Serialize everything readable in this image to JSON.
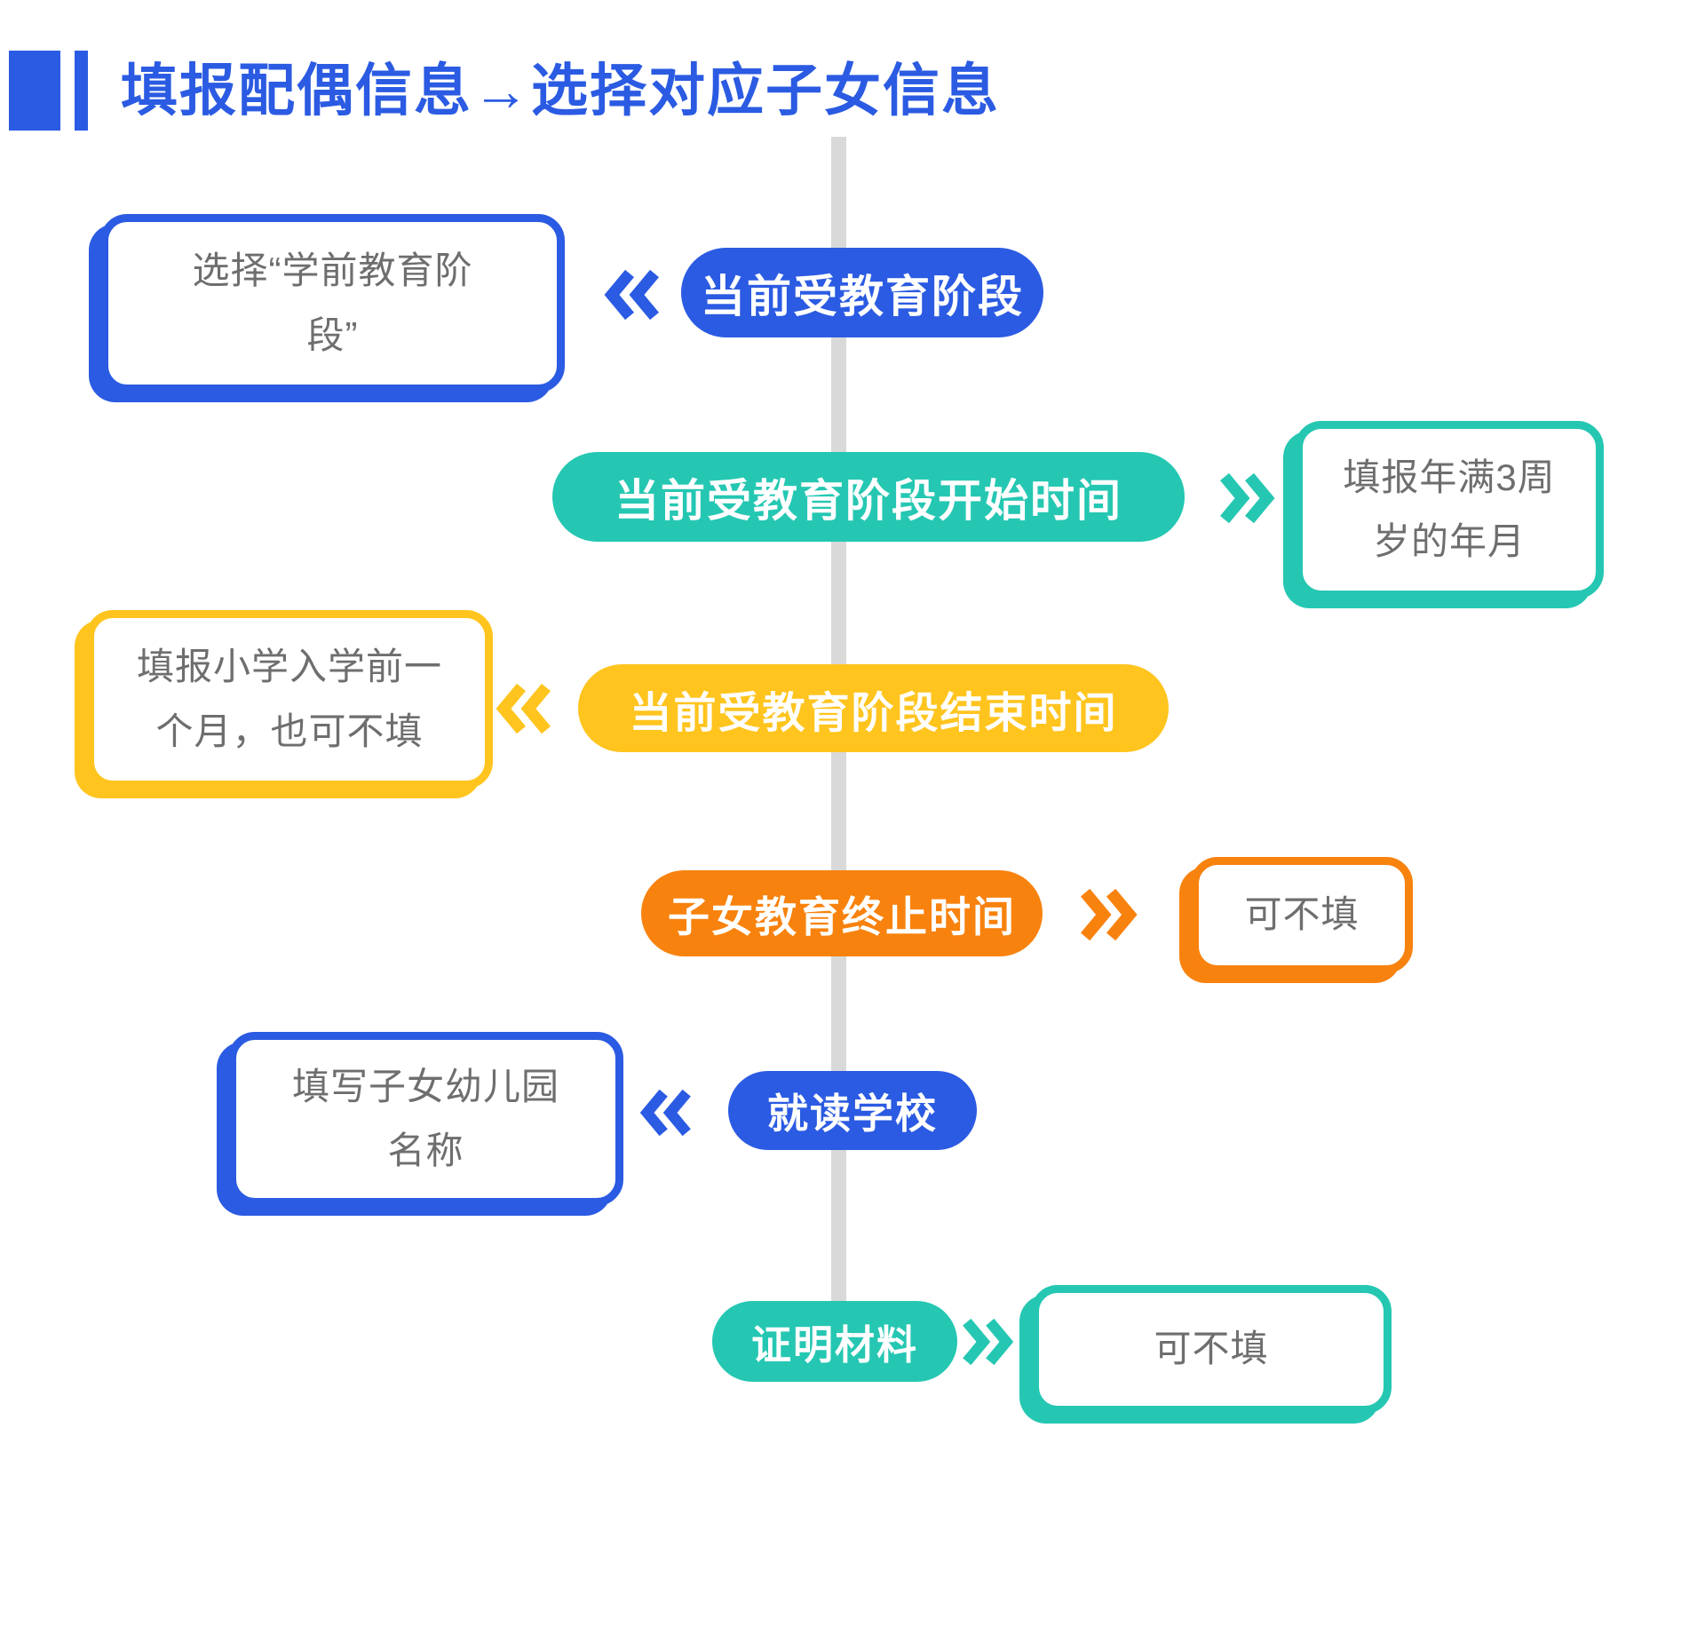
{
  "title": {
    "text": "填报配偶信息→选择对应子女信息"
  },
  "colors": {
    "blue": "#2B5BE2",
    "teal": "#25C7B2",
    "yellow": "#FFC41E",
    "orange": "#F8820E",
    "note_text": "#6E6E6E",
    "timeline": "#D9D9D9"
  },
  "timeline": {
    "orientation": "vertical"
  },
  "rows": [
    {
      "pill": "当前受教育阶段",
      "color": "blue",
      "note_side": "left",
      "icon": "chevron-left-icon",
      "note_lines": [
        "选择“学前教育阶",
        "段”"
      ]
    },
    {
      "pill": "当前受教育阶段开始时间",
      "color": "teal",
      "note_side": "right",
      "icon": "chevron-right-icon",
      "note_lines": [
        "填报年满3周",
        "岁的年月"
      ]
    },
    {
      "pill": "当前受教育阶段结束时间",
      "color": "yellow",
      "note_side": "left",
      "icon": "chevron-left-icon",
      "note_lines": [
        "填报小学入学前一",
        "个月，也可不填"
      ]
    },
    {
      "pill": "子女教育终止时间",
      "color": "orange",
      "note_side": "right",
      "icon": "chevron-right-icon",
      "note_lines": [
        "可不填"
      ]
    },
    {
      "pill": "就读学校",
      "color": "blue",
      "note_side": "left",
      "icon": "chevron-left-icon",
      "note_lines": [
        "填写子女幼儿园",
        "名称"
      ]
    },
    {
      "pill": "证明材料",
      "color": "teal",
      "note_side": "right",
      "icon": "chevron-right-icon",
      "note_lines": [
        "可不填"
      ]
    }
  ]
}
